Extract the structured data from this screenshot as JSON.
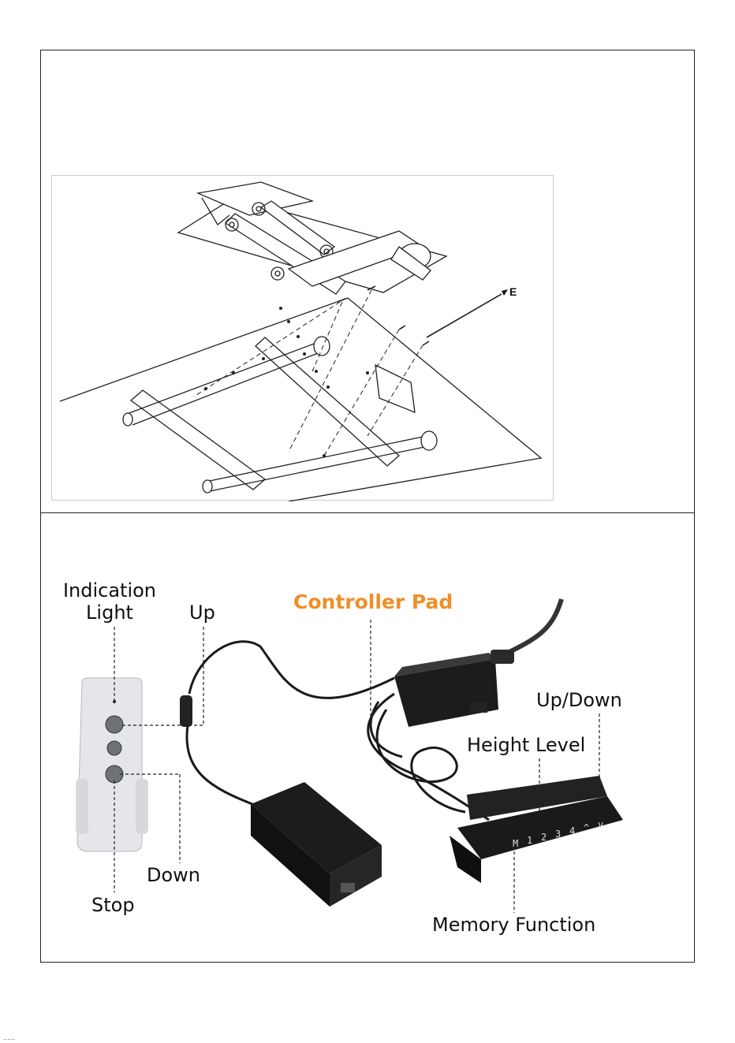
{
  "top_panel": {
    "arrow_label": "E"
  },
  "bottom_panel": {
    "labels": {
      "indication_light": "Indication\nLight",
      "up": "Up",
      "controller_pad": "Controller Pad",
      "up_down": "Up/Down",
      "height_level": "Height Level",
      "down": "Down",
      "stop": "Stop",
      "memory_function": "Memory Function"
    },
    "pad_keys": [
      "M",
      "1",
      "2",
      "3",
      "4",
      "^",
      "v"
    ],
    "accent_color": "#ee8f2a"
  },
  "footer_mark": "......"
}
